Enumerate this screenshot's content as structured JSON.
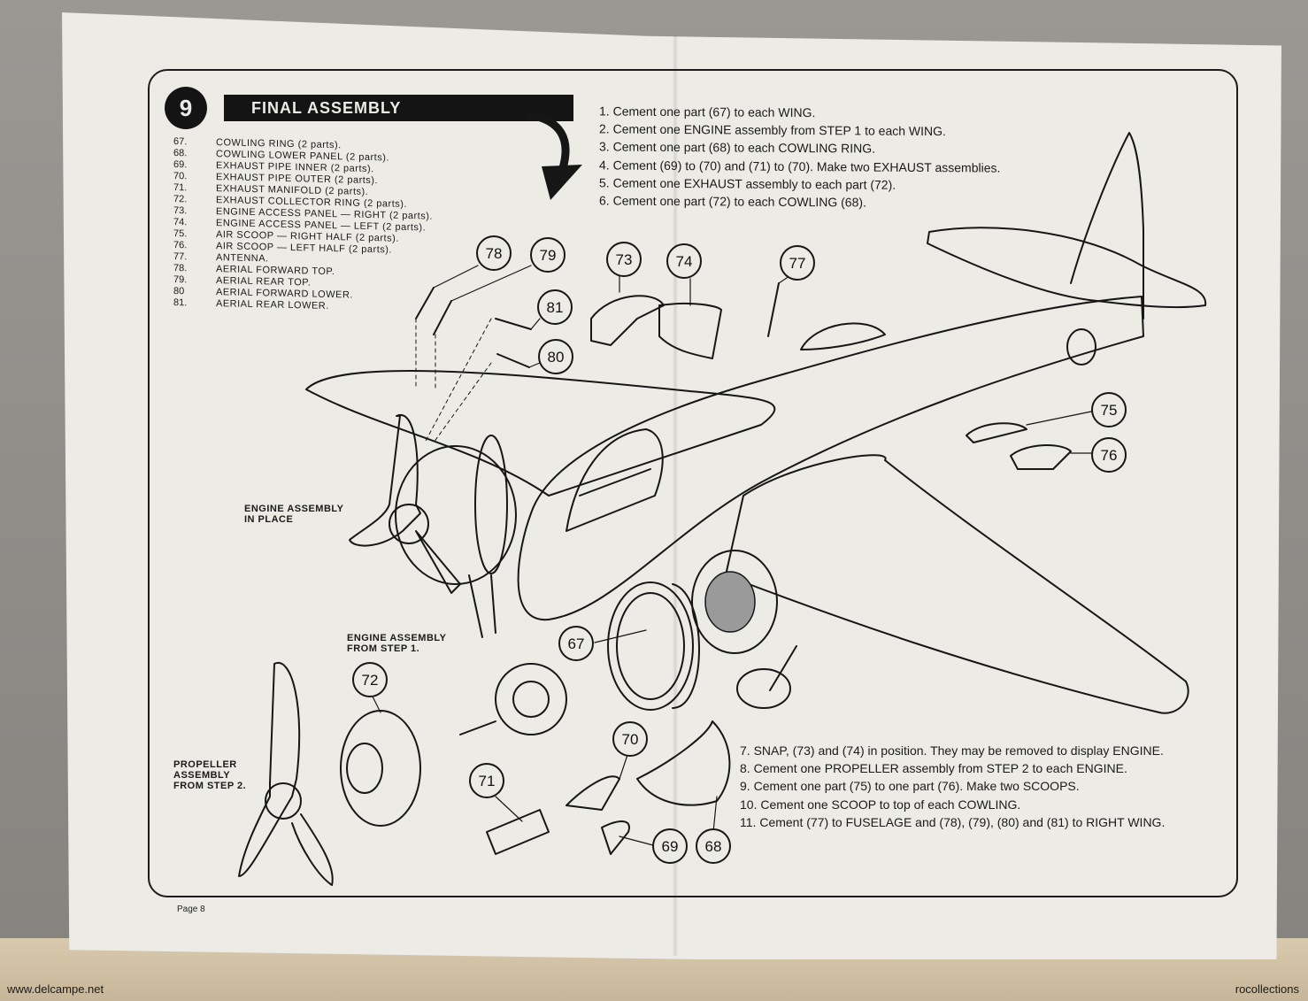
{
  "step": {
    "number": "9",
    "title": "FINAL ASSEMBLY"
  },
  "parts": [
    {
      "num": "67.",
      "desc": "COWLING RING (2 parts)."
    },
    {
      "num": "68.",
      "desc": "COWLING LOWER PANEL (2 parts)."
    },
    {
      "num": "69.",
      "desc": "EXHAUST PIPE INNER (2 parts)."
    },
    {
      "num": "70.",
      "desc": "EXHAUST PIPE OUTER (2 parts)."
    },
    {
      "num": "71.",
      "desc": "EXHAUST MANIFOLD (2 parts)."
    },
    {
      "num": "72.",
      "desc": "EXHAUST COLLECTOR RING (2 parts)."
    },
    {
      "num": "73.",
      "desc": "ENGINE ACCESS PANEL — RIGHT (2 parts)."
    },
    {
      "num": "74.",
      "desc": "ENGINE ACCESS PANEL — LEFT (2 parts)."
    },
    {
      "num": "75.",
      "desc": "AIR SCOOP — RIGHT HALF (2 parts)."
    },
    {
      "num": "76.",
      "desc": "AIR SCOOP — LEFT HALF (2 parts)."
    },
    {
      "num": "77.",
      "desc": "ANTENNA."
    },
    {
      "num": "78.",
      "desc": "AERIAL FORWARD TOP."
    },
    {
      "num": "79.",
      "desc": "AERIAL REAR TOP."
    },
    {
      "num": "80",
      "desc": "AERIAL FORWARD LOWER."
    },
    {
      "num": "81.",
      "desc": "AERIAL REAR LOWER."
    }
  ],
  "instructions_top": [
    {
      "num": "1.",
      "text": "Cement one part (67) to each WING."
    },
    {
      "num": "2.",
      "text": "Cement one ENGINE assembly from STEP 1 to each WING."
    },
    {
      "num": "3.",
      "text": "Cement one part (68) to each COWLING RING."
    },
    {
      "num": "4.",
      "text": "Cement (69) to (70) and (71) to (70). Make two EXHAUST assemblies."
    },
    {
      "num": "5.",
      "text": "Cement one EXHAUST assembly to each part (72)."
    },
    {
      "num": "6.",
      "text": "Cement one part (72) to each COWLING (68)."
    }
  ],
  "instructions_bottom": [
    {
      "num": "7.",
      "text": "SNAP, (73) and (74) in position. They may be removed to display ENGINE."
    },
    {
      "num": "8.",
      "text": "Cement one PROPELLER assembly from STEP 2 to each ENGINE."
    },
    {
      "num": "9.",
      "text": "Cement one part (75) to one part (76). Make two SCOOPS."
    },
    {
      "num": "10.",
      "text": "Cement one SCOOP to top of each COWLING."
    },
    {
      "num": "11.",
      "text": "Cement (77) to FUSELAGE and (78), (79), (80) and (81) to RIGHT WING."
    }
  ],
  "callouts": {
    "engine_in_place": [
      "ENGINE ASSEMBLY",
      "IN PLACE"
    ],
    "engine_from_step1": [
      "ENGINE ASSEMBLY",
      "FROM STEP 1."
    ],
    "propeller_from_step2": [
      "PROPELLER",
      "ASSEMBLY",
      "FROM STEP 2."
    ]
  },
  "part_numbers": [
    "78",
    "79",
    "81",
    "80",
    "73",
    "74",
    "77",
    "75",
    "76",
    "67",
    "72",
    "71",
    "70",
    "69",
    "68"
  ],
  "page_label": "Page 8",
  "watermarks": {
    "left": "www.delcampe.net",
    "right": "rocollections"
  }
}
